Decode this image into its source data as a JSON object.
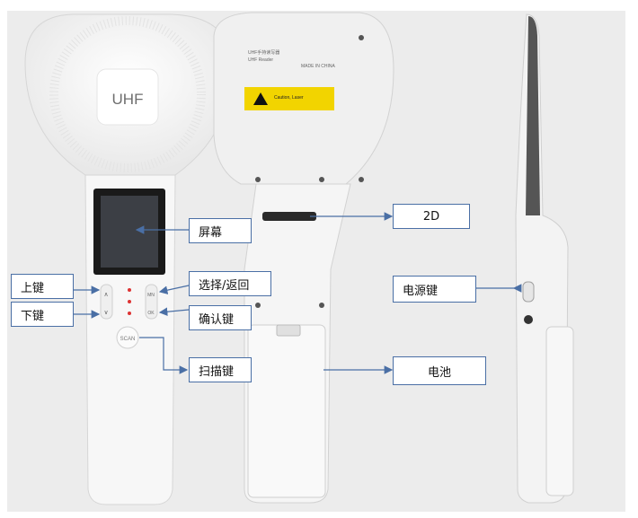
{
  "device": {
    "front_logo": "UHF",
    "back_sticker_header": "UHF手持读写器",
    "back_sticker_model": "UHF Reader",
    "back_sticker_made_in": "MADE IN CHINA",
    "laser_caution": "Caution, Laser",
    "scan_button_text": "SCAN",
    "side_key_up": "∧",
    "side_key_down": "∨",
    "side_key_menu": "MN",
    "side_key_ok": "OK"
  },
  "callouts": {
    "screen": "屏幕",
    "up_key": "上键",
    "down_key": "下键",
    "select_back": "选择/返回",
    "confirm_key": "确认键",
    "scan_key": "扫描键",
    "scanner_2d": "2D",
    "power_key": "电源键",
    "battery": "电池"
  },
  "colors": {
    "arrow": "#4a6fa5",
    "callout_border": "#4a6fa5",
    "device_body": "#f7f7f7",
    "laser_sticker": "#f2d400"
  }
}
